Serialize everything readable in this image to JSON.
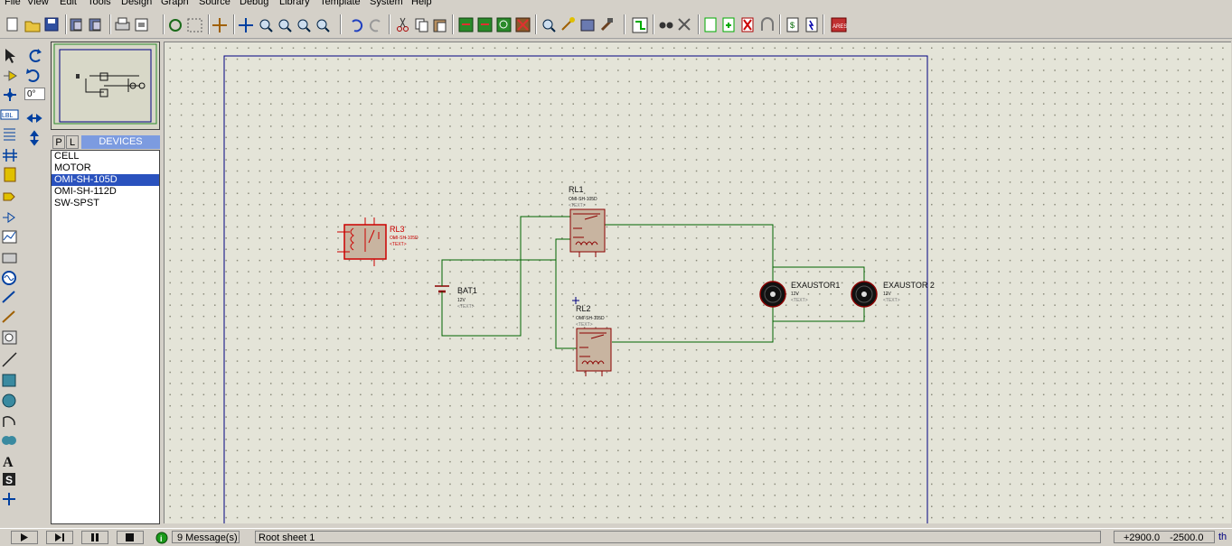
{
  "menu": [
    "File",
    "View",
    "Edit",
    "Tools",
    "Design",
    "Graph",
    "Source",
    "Debug",
    "Library",
    "Template",
    "System",
    "Help"
  ],
  "angle": "0°",
  "devices_panel": {
    "tab_p": "P",
    "tab_l": "L",
    "title": "DEVICES",
    "items": [
      "CELL",
      "MOTOR",
      "OMI-SH-105D",
      "OMI-SH-112D",
      "SW-SPST"
    ],
    "selected": "OMI-SH-105D"
  },
  "schematic": {
    "rl3": {
      "ref": "RL3",
      "value": "OMI-SH-105D",
      "text": "<TEXT>"
    },
    "rl1": {
      "ref": "RL1",
      "value": "OMI-SH-105D",
      "text": "<TEXT>"
    },
    "rl2": {
      "ref": "RL2",
      "value": "OMI-SH-105D",
      "text": "<TEXT>"
    },
    "bat1": {
      "ref": "BAT1",
      "value": "12V",
      "text": "<TEXT>"
    },
    "exaustor1": {
      "ref": "EXAUSTOR1",
      "value": "12V",
      "text": "<TEXT>"
    },
    "exaustor2": {
      "ref": "EXAUSTOR 2",
      "value": "12V",
      "text": "<TEXT>"
    }
  },
  "status": {
    "messages": "9 Message(s)",
    "sheet": "Root sheet 1",
    "coord_x": "+2900.0",
    "coord_y": "-2500.0",
    "unit": "th"
  },
  "colors": {
    "wire": "#006400",
    "component": "#8b0000",
    "component_fill": "#c8b4a0",
    "selected": "#cc0000",
    "sheet_border": "#000080",
    "canvas": "#e4e4d8"
  }
}
